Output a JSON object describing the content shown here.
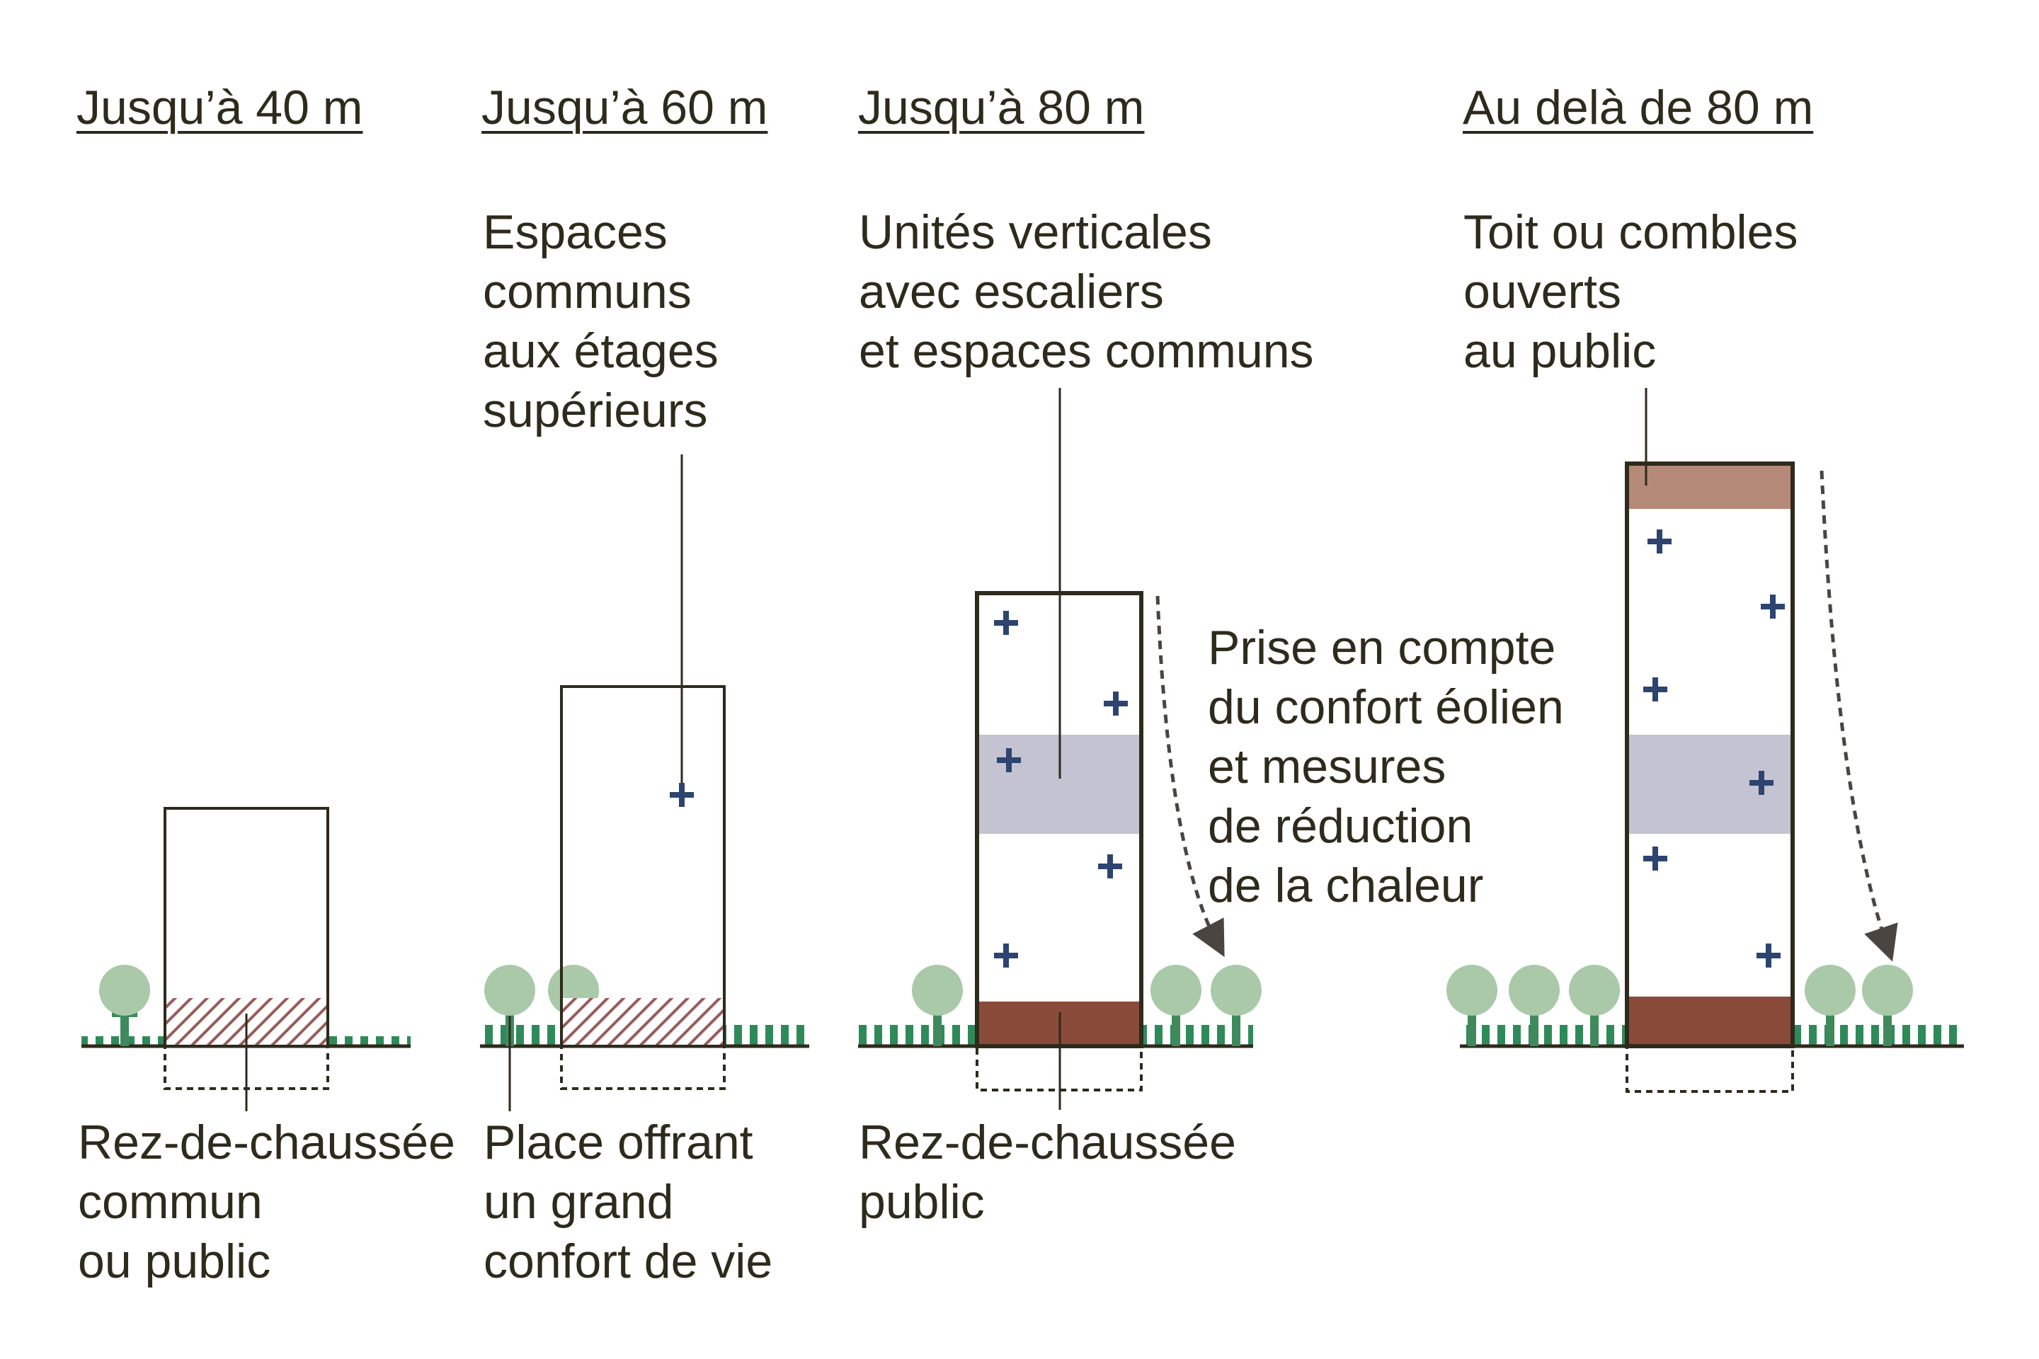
{
  "columns": [
    {
      "title": "Jusqu’à 40 m",
      "label_top": [],
      "label_bottom": [
        "Rez-de-chaussée",
        "commun",
        "ou public"
      ]
    },
    {
      "title": "Jusqu’à 60 m",
      "label_top": [
        "Espaces",
        "communs",
        "aux étages",
        "supérieurs"
      ],
      "label_bottom": [
        "Place offrant",
        "un grand",
        "confort de vie"
      ]
    },
    {
      "title": "Jusqu’à 80 m",
      "label_top": [
        "Unités verticales",
        "avec escaliers",
        "et espaces communs"
      ],
      "label_bottom": [
        "Rez-de-chaussée",
        "public"
      ]
    },
    {
      "title": "Au delà de 80 m",
      "label_top": [
        "Toit ou combles",
        "ouverts",
        "au public"
      ],
      "label_bottom": []
    }
  ],
  "wind_label": [
    "Prise en compte",
    "du confort éolien",
    "et mesures",
    "de réduction",
    "de la chaleur"
  ],
  "colors": {
    "text": "#2e2a1c",
    "building_outline": "#2e2a1c",
    "ground_green": "#2f8a5a",
    "tree_green": "#a9c9a8",
    "tree_trunk": "#3f8a5c",
    "ground_floor_dark": "#8a4a3a",
    "roof": "#b58a78",
    "hatch": "#9b5a5a",
    "common_band": "#c3c3d1",
    "cross": "#2d4470",
    "arrow": "#4a4540"
  }
}
